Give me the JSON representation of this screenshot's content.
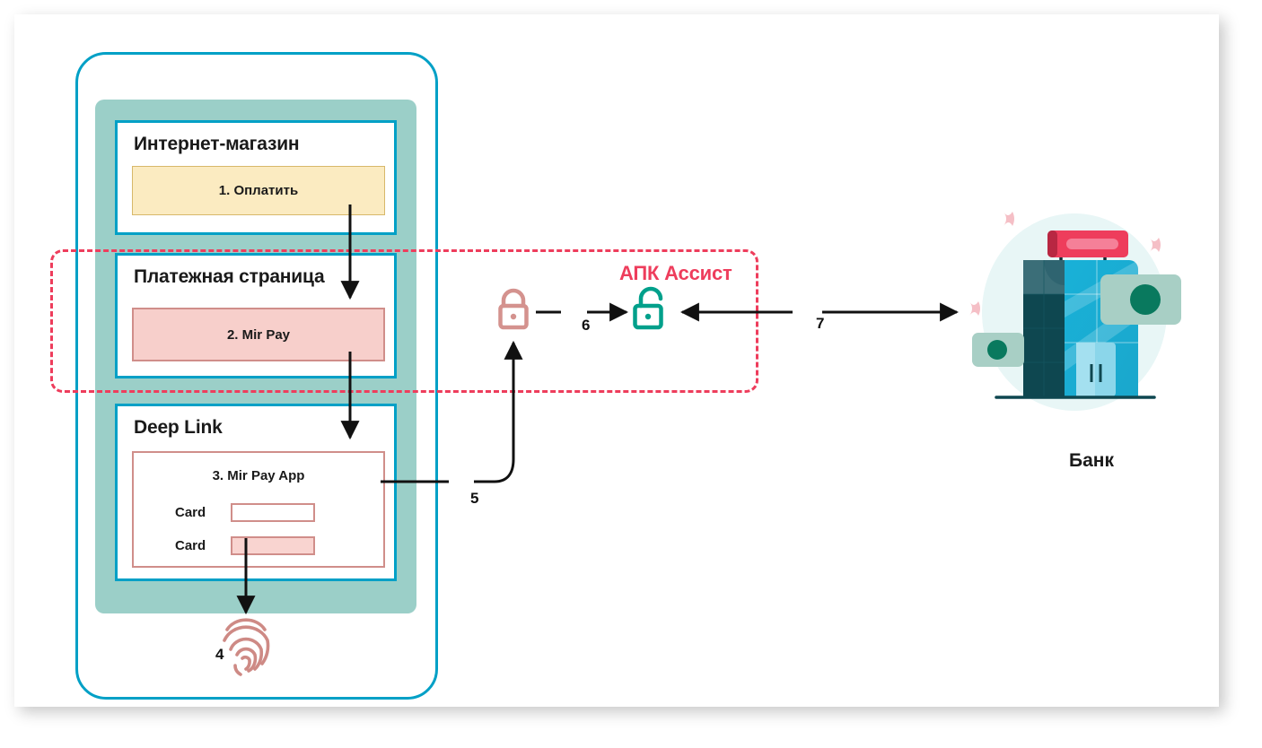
{
  "diagram": {
    "title_visible": false,
    "colors": {
      "phone_frame": "#00A0C6",
      "screen_panel": "#9BCFC8",
      "pay_button": "#FBEBC1",
      "mir_pay_box": "#F7CFCB",
      "pink_accent": "#EE3D5C",
      "lock_closed": "#D4928E",
      "lock_open": "#00A08B",
      "fingerprint": "#CE8A85",
      "bank_dark": "#0E4750",
      "bank_cyan": "#19B1D8",
      "bank_sign": "#EE3D5C"
    }
  },
  "phone": {
    "name": "mobile-device",
    "cards": [
      {
        "id": "shop",
        "title": "Интернет-магазин",
        "action_label": "1. Оплатить"
      },
      {
        "id": "payment-page",
        "title": "Платежная страница",
        "action_label": "2.  Mir Pay"
      },
      {
        "id": "deep-link",
        "title": "Deep Link",
        "app_label": "3. Mir Pay App",
        "rows": [
          {
            "label": "Card",
            "filled": false
          },
          {
            "label": "Card",
            "filled": true
          }
        ]
      }
    ]
  },
  "apk_region": {
    "label": "АПК Ассист"
  },
  "icons": {
    "lock_closed": "lock-closed-icon",
    "lock_open": "lock-open-icon",
    "fingerprint": "fingerprint-icon",
    "bank": "bank-building-icon"
  },
  "step_labels": {
    "four": "4",
    "five": "5",
    "six": "6",
    "seven": "7"
  },
  "bank": {
    "label": "Банк"
  }
}
